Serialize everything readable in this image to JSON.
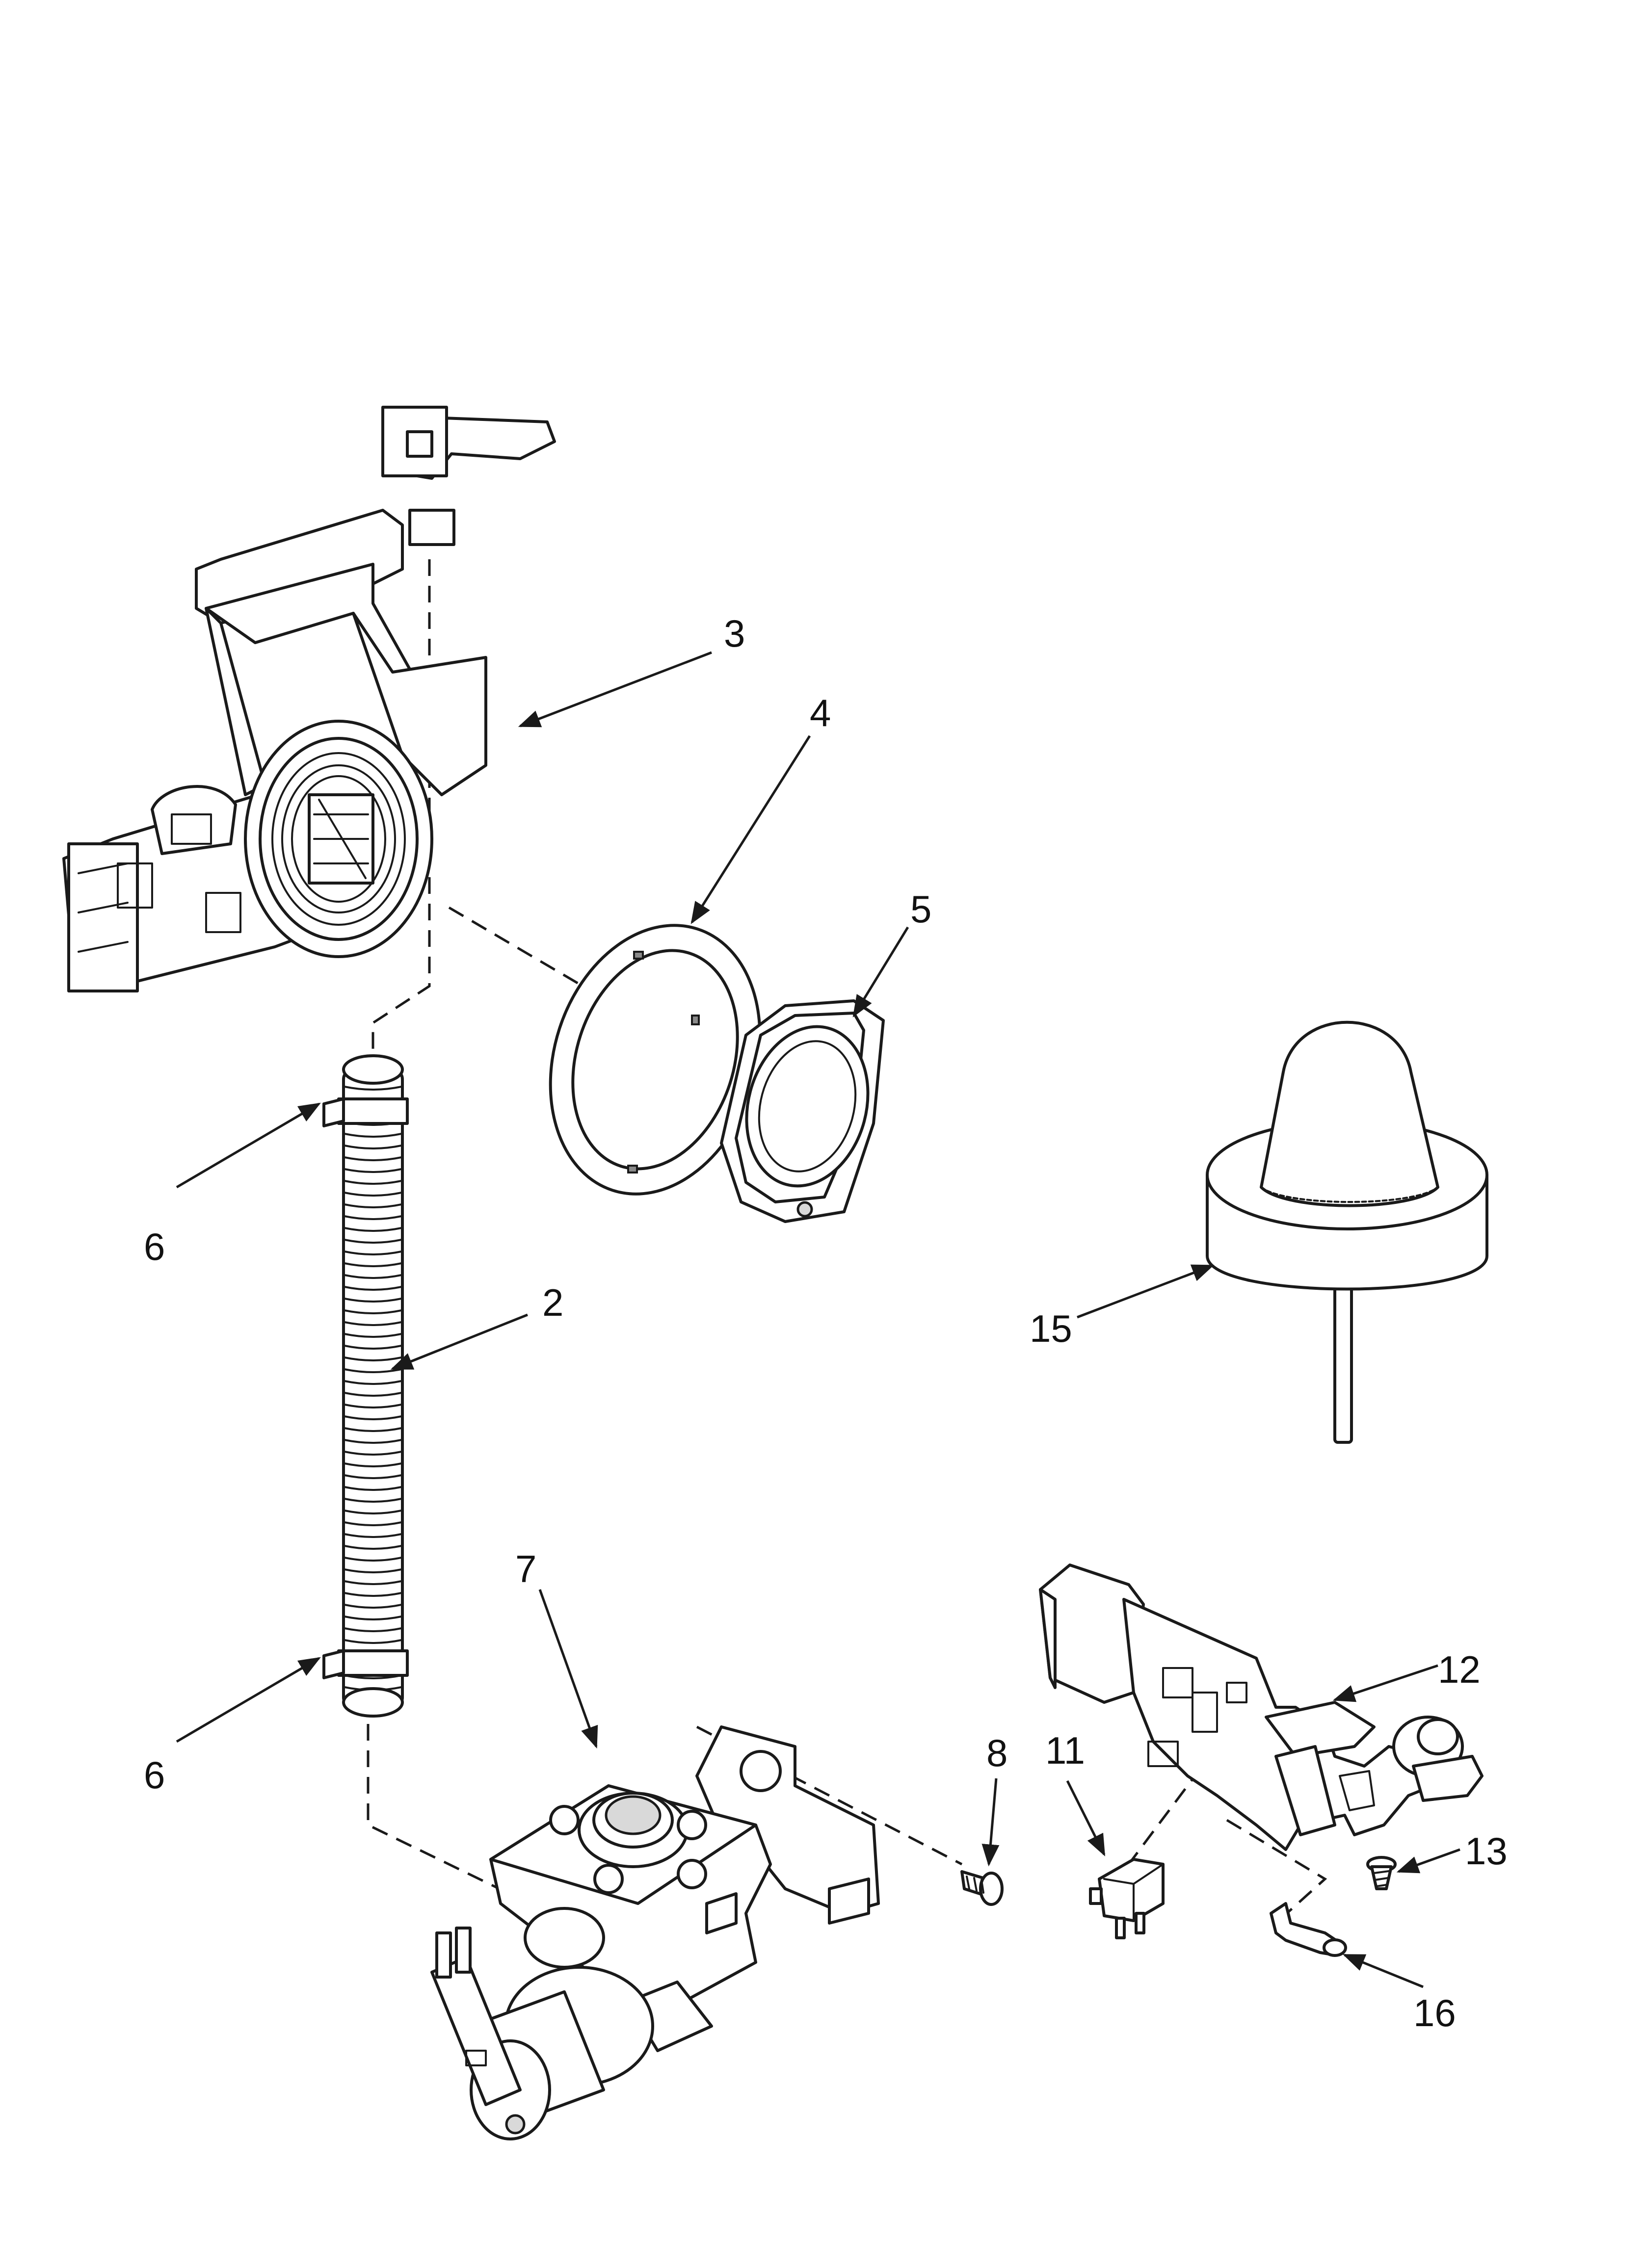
{
  "callouts": [
    {
      "id": "c2",
      "label": "2"
    },
    {
      "id": "c3",
      "label": "3"
    },
    {
      "id": "c4",
      "label": "4"
    },
    {
      "id": "c5",
      "label": "5"
    },
    {
      "id": "c6a",
      "label": "6"
    },
    {
      "id": "c6b",
      "label": "6"
    },
    {
      "id": "c7",
      "label": "7"
    },
    {
      "id": "c8",
      "label": "8"
    },
    {
      "id": "c11",
      "label": "11"
    },
    {
      "id": "c12",
      "label": "12"
    },
    {
      "id": "c13",
      "label": "13"
    },
    {
      "id": "c15",
      "label": "15"
    },
    {
      "id": "c16",
      "label": "16"
    }
  ]
}
